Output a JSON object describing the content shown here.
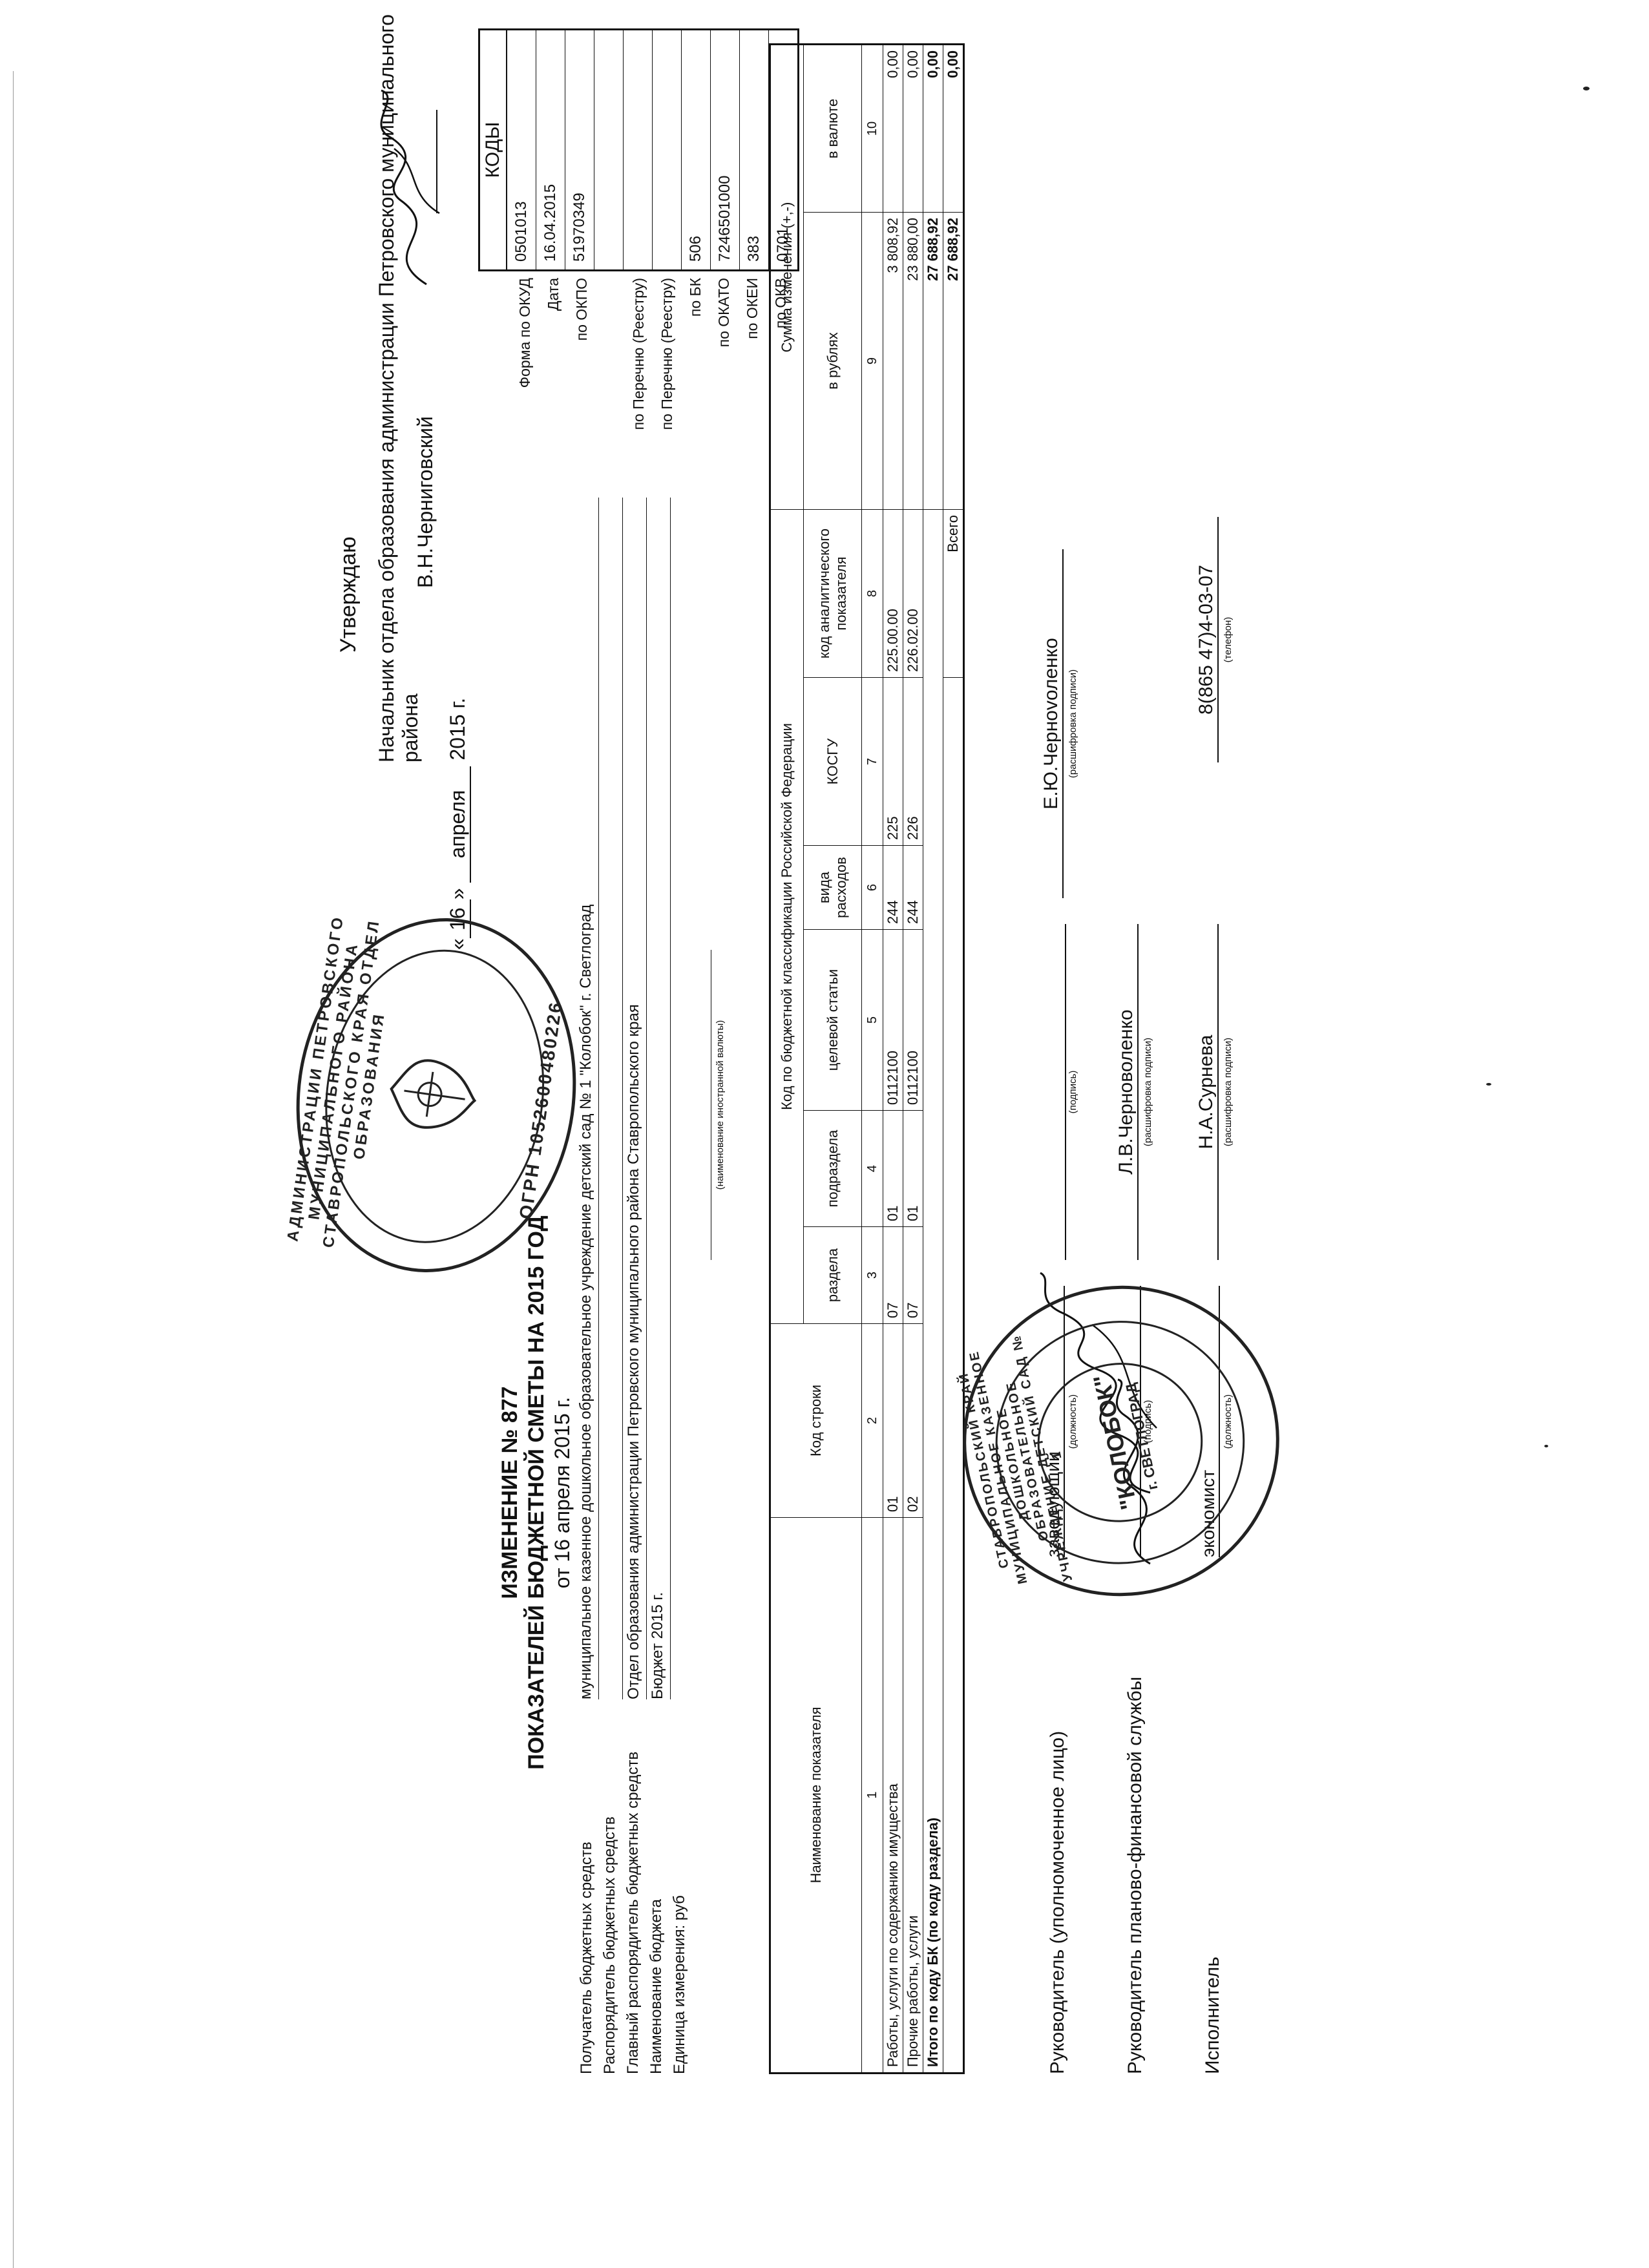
{
  "approval": {
    "title": "Утверждаю",
    "position": "Начальник отдела образования администрации Петровского муниципального района",
    "name": "В.Н.Черниговский",
    "date_day": "16",
    "date_month": "апреля",
    "date_year": "2015 г."
  },
  "document": {
    "title_line1": "ИЗМЕНЕНИЕ № 877",
    "title_line2": "ПОКАЗАТЕЛЕЙ БЮДЖЕТНОЙ СМЕТЫ НА 2015 ГОД",
    "title_line3": "от 16 апреля 2015 г."
  },
  "codes": {
    "header": "КОДЫ",
    "rows": [
      {
        "label": "Форма по ОКУД",
        "value": "0501013"
      },
      {
        "label": "Дата",
        "value": "16.04.2015"
      },
      {
        "label": "по ОКПО",
        "value": "51970349"
      },
      {
        "label": "",
        "value": ""
      },
      {
        "label": "по Перечню (Реестру)",
        "value": ""
      },
      {
        "label": "по Перечню (Реестру)",
        "value": ""
      },
      {
        "label": "по БК",
        "value": "506"
      },
      {
        "label": "по ОКАТО",
        "value": "7246501000"
      },
      {
        "label": "по ОКЕИ",
        "value": "383"
      },
      {
        "label": "по ОКВ",
        "value": "0701"
      }
    ]
  },
  "info": {
    "recipient_label": "Получатель бюджетных средств",
    "recipient_value": "муниципальное казенное дошкольное образовательное учреждение детский сад № 1 \"Колобок\" г. Светлоград",
    "manager_label": "Распорядитель бюджетных средств",
    "manager_value": "",
    "chief_label": "Главный распорядитель бюджетных средств",
    "chief_value": "Отдел образования администрации Петровского муниципального района Ставропольского края",
    "budget_label": "Наименование бюджета",
    "budget_value": "Бюджет 2015 г.",
    "unit_label": "Единица измерения: руб",
    "currency_caption": "(наименование иностранной валюты)"
  },
  "table": {
    "headers": {
      "name": "Наименование показателя",
      "line_code": "Код строки",
      "bk_group": "Код по бюджетной классификации Российской Федерации",
      "section": "раздела",
      "subsection": "подраздела",
      "target": "целевой статьи",
      "expense_type": "вида расходов",
      "kosgu": "КОСГУ",
      "analytic": "код аналитического показателя",
      "change_group": "Сумма изменения (+,-)",
      "rub": "в рублях",
      "currency": "в валюте"
    },
    "index_row": [
      "1",
      "2",
      "3",
      "4",
      "5",
      "6",
      "7",
      "8",
      "9",
      "10"
    ],
    "rows": [
      {
        "name": "Работы, услуги по содержанию имущества",
        "line": "01",
        "section": "07",
        "subsection": "01",
        "target": "0112100",
        "type": "244",
        "kosgu": "225",
        "analytic": "225.00.00",
        "rub": "3 808,92",
        "cur": "0,00"
      },
      {
        "name": "Прочие работы, услуги",
        "line": "02",
        "section": "07",
        "subsection": "01",
        "target": "0112100",
        "type": "244",
        "kosgu": "226",
        "analytic": "226.02.00",
        "rub": "23 880,00",
        "cur": "0,00"
      }
    ],
    "subtotal": {
      "name": "Итого по коду БК (по коду раздела)",
      "rub": "27 688,92",
      "cur": "0,00"
    },
    "total": {
      "label": "Всего",
      "rub": "27 688,92",
      "cur": "0,00"
    }
  },
  "signatures": {
    "head_label": "Руководитель (уполномоченное лицо)",
    "head_position": "заведующий",
    "head_name": "Е.Ю.Чернovоленко",
    "finance_label": "Руководитель планово-финансовой службы",
    "finance_name": "Л.В.Черноволенко",
    "executor_label": "Исполнитель",
    "executor_position": "экономист",
    "executor_name": "Н.А.Сурнева",
    "executor_phone": "8(865 47)4-03-07",
    "cap_position": "(должность)",
    "cap_signature": "(подпись)",
    "cap_name": "(расшифровка подписи)",
    "cap_phone": "(телефон)"
  },
  "stamps": {
    "round_admin_outer": "АДМИНИСТРАЦИИ ПЕТРОВСКОГО МУНИЦИПАЛЬНОГО РАЙОНА СТАВРОПОЛЬСКОГО КРАЯ ОТДЕЛ ОБРАЗОВАНИЯ",
    "round_admin_ogrn": "ОГРН 1052600480226",
    "round_school_outer": "СТАВРОПОЛЬСКИЙ КРАЙ МУНИЦИПАЛЬНОЕ КАЗЕННОЕ ДОШКОЛЬНОЕ ОБРАЗОВАТЕЛЬНОЕ УЧРЕЖДЕНИЕ ДЕТСКИЙ САД № 1",
    "round_school_center": "\"КОЛОБОК\"",
    "round_school_city": "г. СВЕТЛОГРАД"
  }
}
